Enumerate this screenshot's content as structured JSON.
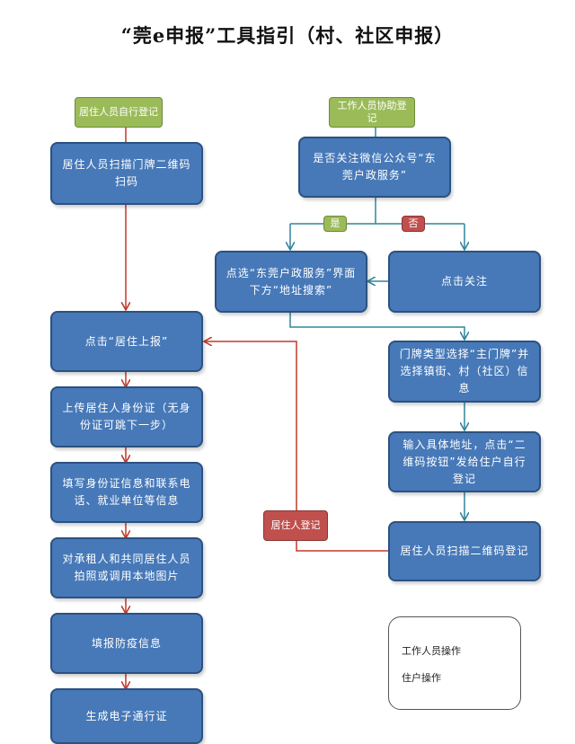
{
  "title": "“莞e申报”工具指引（村、社区申报）",
  "colors": {
    "box_fill": "#4779b8",
    "box_border": "#2c5180",
    "start_tag": "#9bbb59",
    "yes_tag": "#9bbb59",
    "no_tag": "#c0504d",
    "resident_tag": "#c0504d",
    "staff_arrow": "#31859c",
    "resident_arrow": "#c0392b"
  },
  "left": {
    "start_tag": "居住人员自行登记",
    "steps": [
      "居住人员扫描门牌二维码扫码",
      "点击“居住上报”",
      "上传居住人身份证（无身份证可跳下一步）",
      "填写身份证信息和联系电话、就业单位等信息",
      "对承租人和共同居住人员拍照或调用本地图片",
      "填报防疫信息",
      "生成电子通行证"
    ]
  },
  "right": {
    "start_tag": "工作人员协助登记",
    "question": "是否关注微信公众号“东莞户政服务”",
    "yes_label": "是",
    "no_label": "否",
    "select_service": "点选“东莞户政服务”界面下方“地址搜索”",
    "follow": "点击关注",
    "choose_type": "门牌类型选择“主门牌”并选择镇街、村（社区）信息",
    "input_address": "输入具体地址，点击“二维码按钮”发给住户自行登记",
    "resident_scan": "居住人员扫描二维码登记"
  },
  "resident_tag": "居住人登记",
  "legend": {
    "staff": "工作人员操作",
    "resident": "住户操作"
  }
}
